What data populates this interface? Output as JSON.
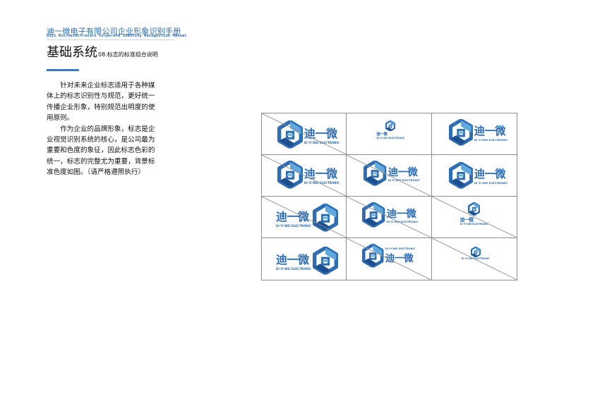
{
  "header": {
    "company_cn": "迪一微电子有限公司企业形象识别手册",
    "company_en": "Diyi Microelectronics Corporate Identity Recognition Manual"
  },
  "section": {
    "title": "基础系统",
    "subtitle": "08.标志的标准组合说明"
  },
  "description": {
    "paragraphs": [
      "针对未来企业标志适用于各种媒体上的标志识别性与规范，更好统一传播企业形象，特别规范出明度的使用原则。",
      "作为企业的品牌形象，标志是企业视觉识别系统的核心，是公司最为重要和色度的象征，因此标志色彩的统一，标志的完整尤为重要，背景标准色度如图。（请严格遵照执行）"
    ]
  },
  "logo": {
    "wordmark": "迪一微",
    "tagline": "DI YI WEI ELECTRONIC",
    "colors": {
      "primary": "#2f6db3",
      "secondary": "#5fa9de",
      "dark": "#1d4f8f"
    }
  }
}
